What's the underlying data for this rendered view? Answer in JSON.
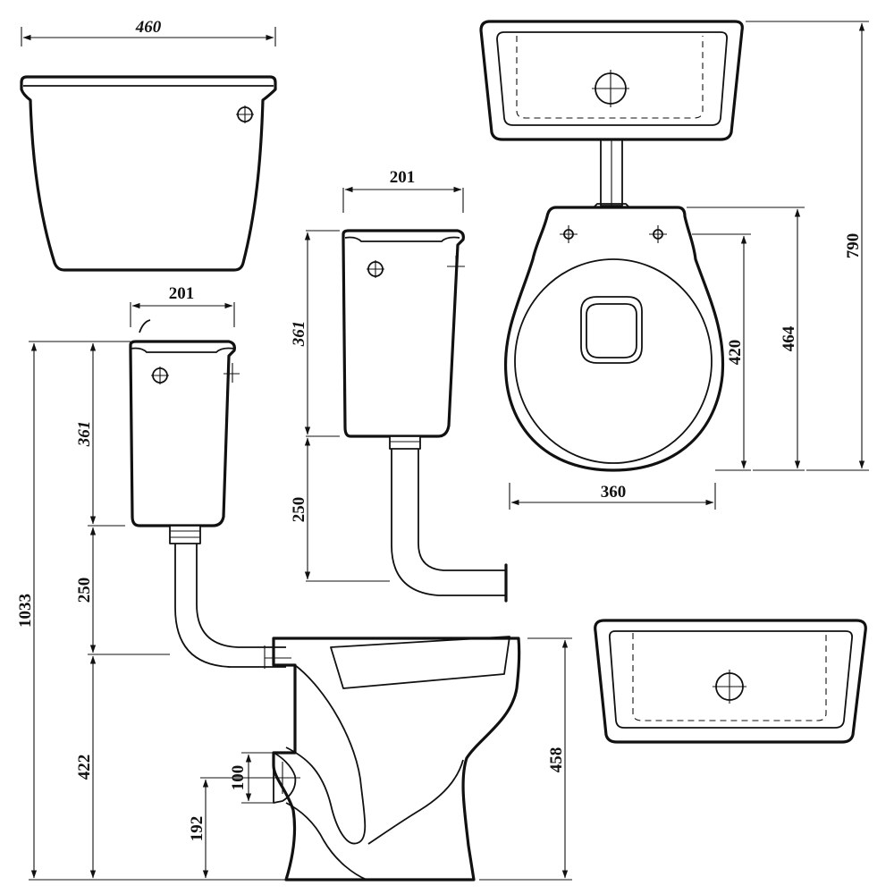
{
  "dimensions": {
    "top_cistern_width": "460",
    "side_cistern_depth_a": "201",
    "side_cistern_depth_b": "201",
    "cistern_height_a": "361",
    "cistern_height_b": "361",
    "pipe_length_a": "250",
    "pipe_length_b": "250",
    "total_height": "1033",
    "bowl_rim_height": "422",
    "outlet_height": "192",
    "outlet_diameter": "100",
    "pan_height": "458",
    "seat_width": "360",
    "seat_length": "420",
    "pan_length": "464",
    "overall_depth": "790"
  },
  "colors": {
    "line": "#111111",
    "background": "#ffffff"
  }
}
